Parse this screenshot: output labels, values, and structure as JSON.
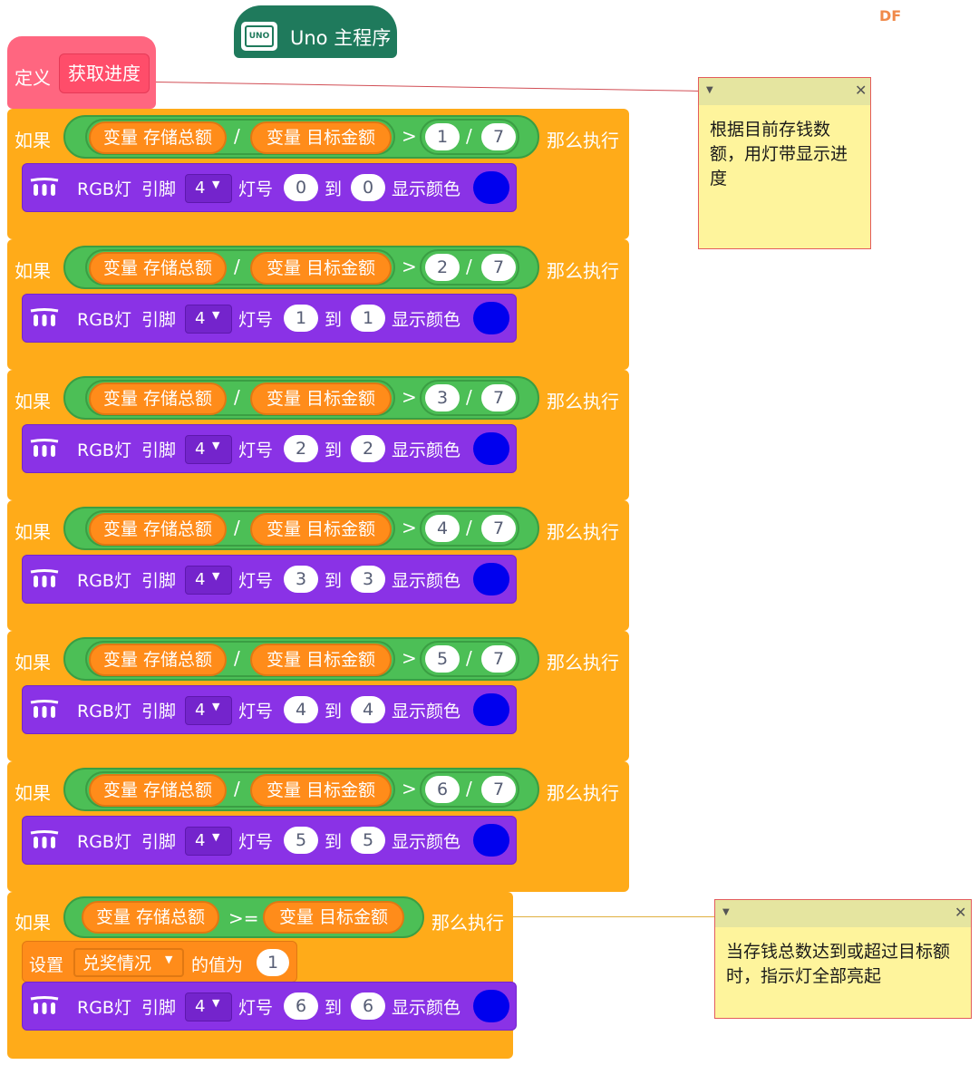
{
  "watermark": "DF",
  "hat": {
    "label": "Uno 主程序",
    "icon": "UNO"
  },
  "define": {
    "label": "定义",
    "name": "获取进度"
  },
  "labels": {
    "if": "如果",
    "then": "那么执行",
    "var_prefix": "变量",
    "total": "存储总额",
    "target": "目标金额",
    "divide": "/",
    "gt": ">",
    "gte": ">=",
    "rgb": "RGB灯",
    "pin_label": "引脚",
    "lamp_label": "灯号",
    "to_label": "到",
    "show_color": "显示颜色",
    "set_label": "设置",
    "value_label": "的值为"
  },
  "var_total_text": "变量 存储总额",
  "var_target_text": "变量 目标金额",
  "rules": [
    {
      "numerator": "1",
      "denominator": "7",
      "pin": "4",
      "from": "0",
      "to": "0",
      "color": "#0000ee"
    },
    {
      "numerator": "2",
      "denominator": "7",
      "pin": "4",
      "from": "1",
      "to": "1",
      "color": "#0000ee"
    },
    {
      "numerator": "3",
      "denominator": "7",
      "pin": "4",
      "from": "2",
      "to": "2",
      "color": "#0000ee"
    },
    {
      "numerator": "4",
      "denominator": "7",
      "pin": "4",
      "from": "3",
      "to": "3",
      "color": "#0000ee"
    },
    {
      "numerator": "5",
      "denominator": "7",
      "pin": "4",
      "from": "4",
      "to": "4",
      "color": "#0000ee"
    },
    {
      "numerator": "6",
      "denominator": "7",
      "pin": "4",
      "from": "5",
      "to": "5",
      "color": "#0000ee"
    }
  ],
  "final": {
    "set_var": "兑奖情况",
    "set_value": "1",
    "pin": "4",
    "from": "6",
    "to": "6",
    "color": "#0000ee"
  },
  "comments": [
    {
      "text": "根据目前存钱数额，用灯带显示进度"
    },
    {
      "text": "当存钱总数达到或超过目标额时，指示灯全部亮起"
    }
  ]
}
